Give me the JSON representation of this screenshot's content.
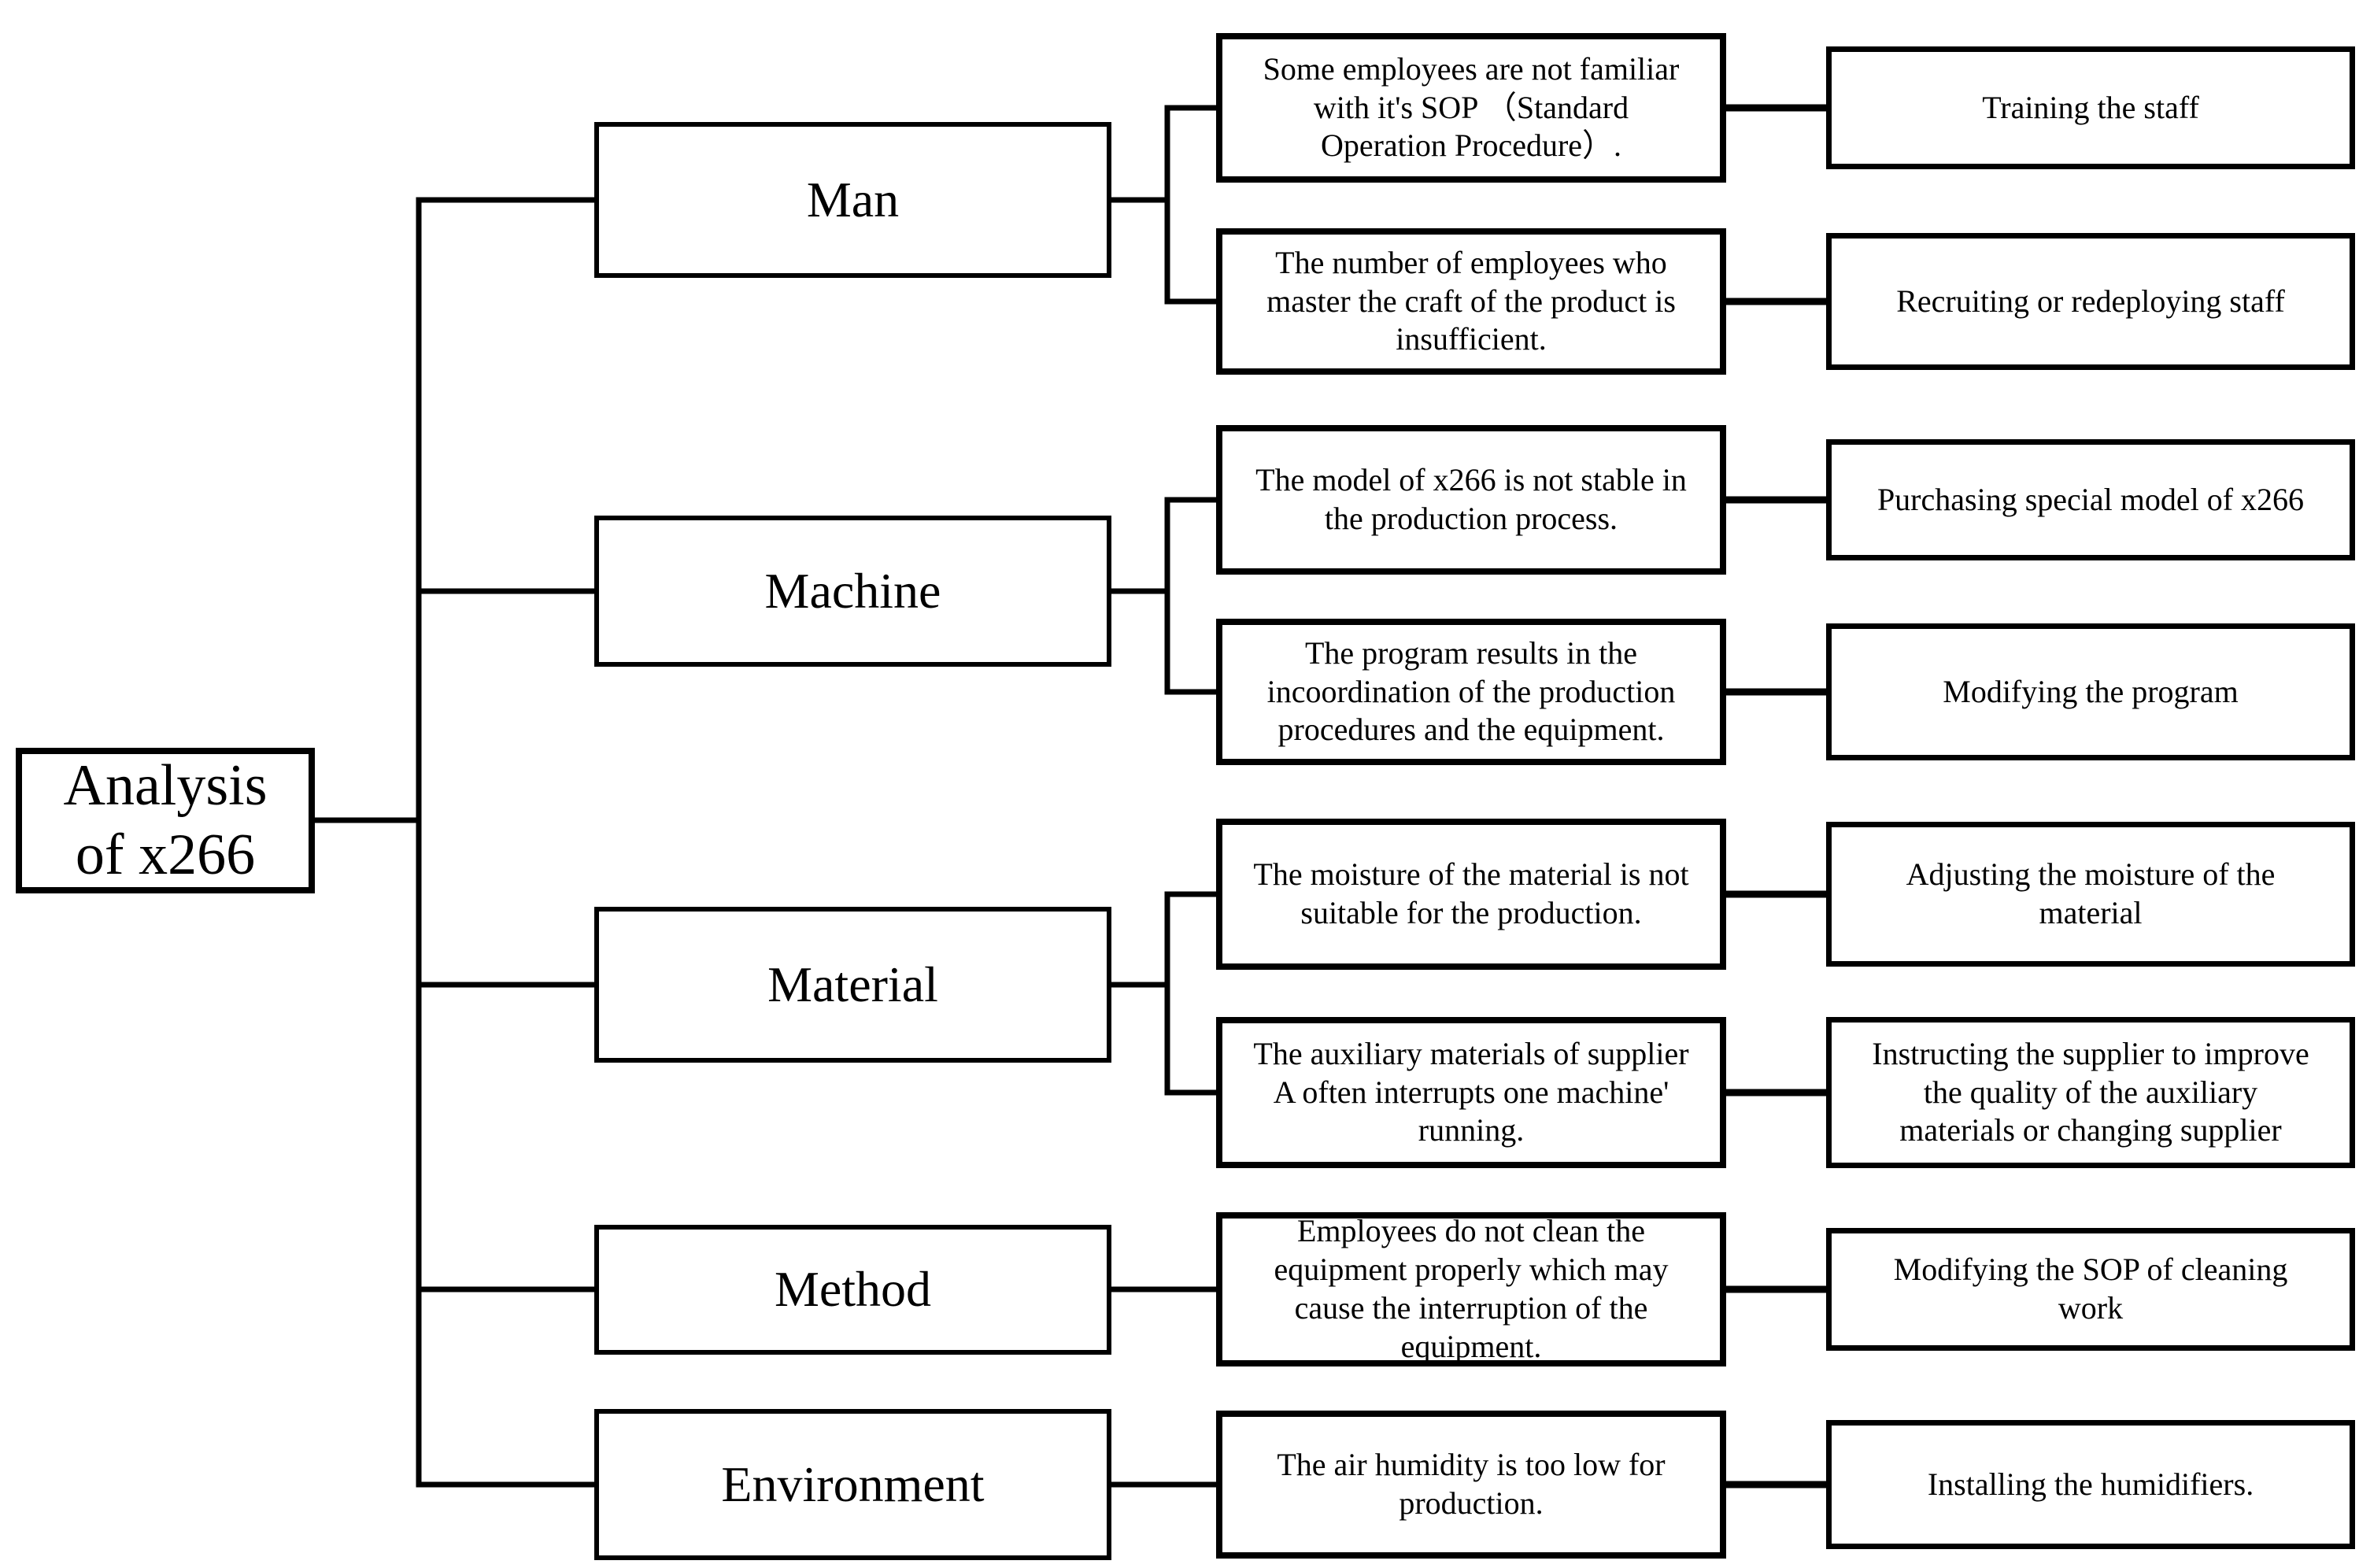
{
  "colors": {
    "background": "#ffffff",
    "line": "#000000",
    "box_border": "#000000",
    "text": "#000000"
  },
  "diagram": {
    "root": {
      "label": "Analysis\nof x266"
    },
    "branches": [
      {
        "category": "Man",
        "rows": [
          {
            "cause": "Some employees are not familiar\nwith it's SOP （Standard\nOperation Procedure）.",
            "solution": "Training the staff"
          },
          {
            "cause": "The number of employees who\nmaster the craft of the product is\ninsufficient.",
            "solution": "Recruiting or redeploying staff"
          }
        ]
      },
      {
        "category": "Machine",
        "rows": [
          {
            "cause": "The model of x266 is not stable in\nthe production process.",
            "solution": "Purchasing special model of x266"
          },
          {
            "cause": "The program results in the\nincoordination of the production\nprocedures and the equipment.",
            "solution": "Modifying the program"
          }
        ]
      },
      {
        "category": "Material",
        "rows": [
          {
            "cause": "The moisture of the material is not\nsuitable for the production.",
            "solution": "Adjusting the moisture of the\nmaterial"
          },
          {
            "cause": "The auxiliary materials of supplier\nA often interrupts one machine'\nrunning.",
            "solution": "Instructing the supplier to improve\nthe quality of the auxiliary\nmaterials or changing supplier"
          }
        ]
      },
      {
        "category": "Method",
        "rows": [
          {
            "cause": "Employees do not clean the\nequipment properly  which may\ncause the interruption of the\nequipment.",
            "solution": "Modifying the SOP of cleaning\nwork"
          }
        ]
      },
      {
        "category": "Environment",
        "rows": [
          {
            "cause": "The air humidity is too low for\nproduction.",
            "solution": "Installing the humidifiers."
          }
        ]
      }
    ]
  }
}
